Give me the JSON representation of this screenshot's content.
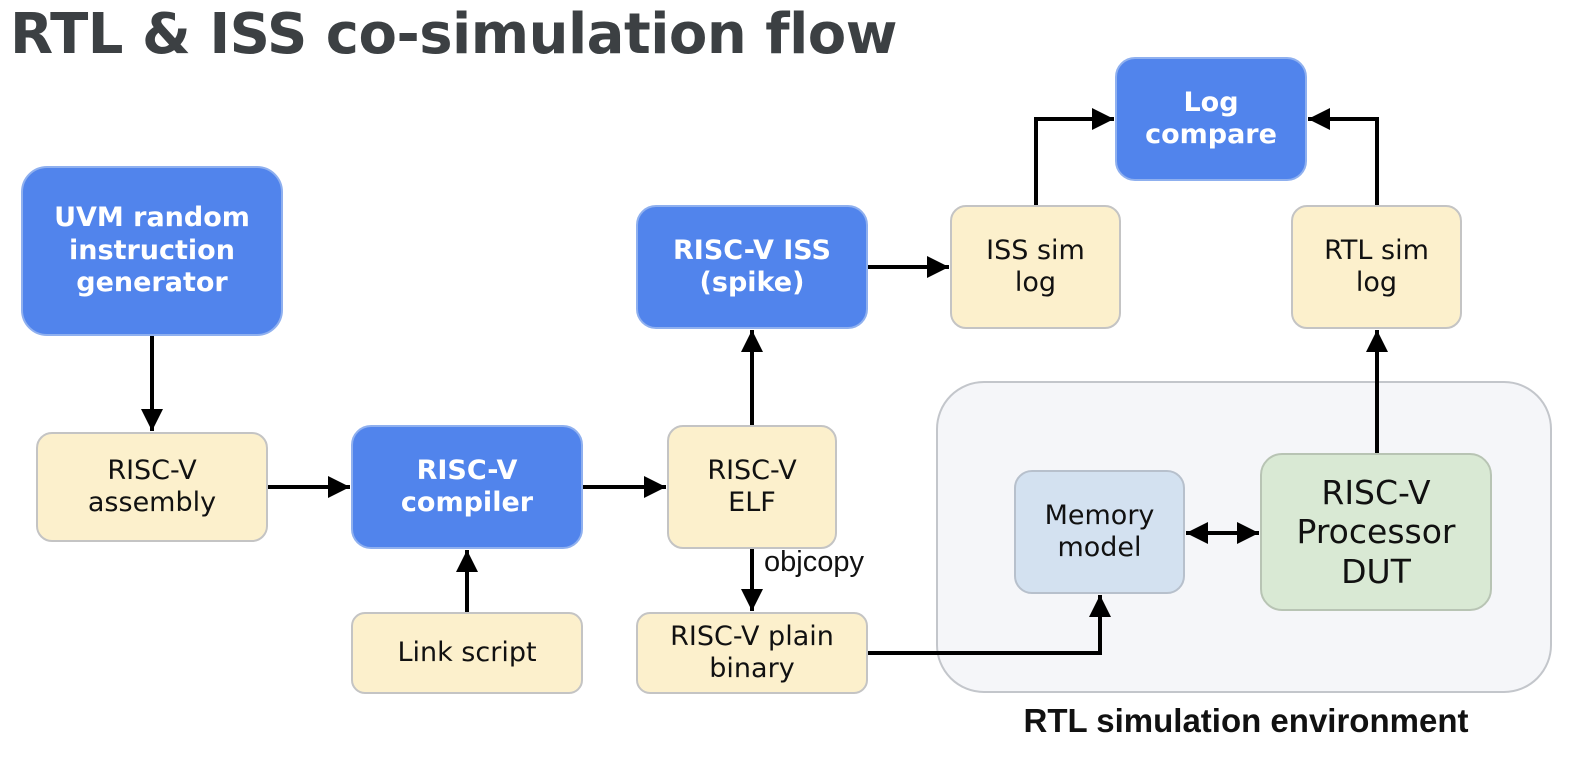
{
  "title": "RTL & ISS co-simulation flow",
  "environment": {
    "label": "RTL simulation environment"
  },
  "nodes": {
    "uvm_generator": "UVM random\ninstruction\ngenerator",
    "riscv_assembly": "RISC-V\nassembly",
    "riscv_compiler": "RISC-V\ncompiler",
    "link_script": "Link script",
    "riscv_elf": "RISC-V\nELF",
    "riscv_iss": "RISC-V ISS\n(spike)",
    "iss_sim_log": "ISS sim\nlog",
    "log_compare": "Log\ncompare",
    "rtl_sim_log": "RTL sim\nlog",
    "riscv_plain_binary": "RISC-V plain\nbinary",
    "memory_model": "Memory\nmodel",
    "riscv_processor_dut": "RISC-V\nProcessor\nDUT"
  },
  "edges": {
    "objcopy_label": "objcopy"
  },
  "colors": {
    "process_box": "#5184ec",
    "artifact_box": "#fcf0cc",
    "memory_box": "#d3e1f0",
    "dut_box": "#d9e9d4",
    "environment_bg": "#f5f6f9",
    "arrow": "#000000"
  }
}
